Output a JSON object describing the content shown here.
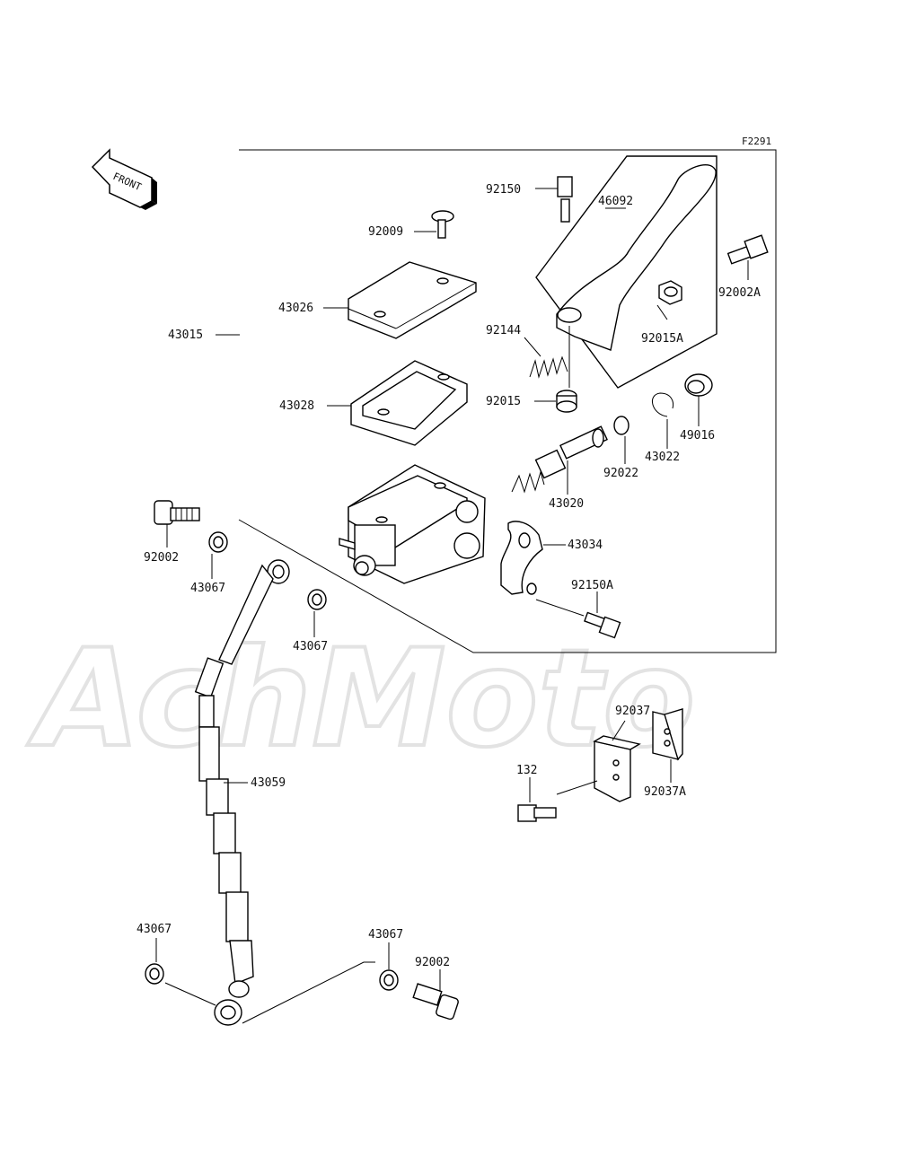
{
  "diagram": {
    "figure_code": "F2291",
    "front_label": "FRONT",
    "watermark": "AchMoto",
    "parts": [
      {
        "id": "92150",
        "label": "92150"
      },
      {
        "id": "46092",
        "label": "46092"
      },
      {
        "id": "92009",
        "label": "92009"
      },
      {
        "id": "92002A",
        "label": "92002A"
      },
      {
        "id": "43026",
        "label": "43026"
      },
      {
        "id": "43015",
        "label": "43015"
      },
      {
        "id": "92144",
        "label": "92144"
      },
      {
        "id": "92015A",
        "label": "92015A"
      },
      {
        "id": "92015",
        "label": "92015"
      },
      {
        "id": "43028",
        "label": "43028"
      },
      {
        "id": "49016",
        "label": "49016"
      },
      {
        "id": "43022",
        "label": "43022"
      },
      {
        "id": "92022",
        "label": "92022"
      },
      {
        "id": "43020",
        "label": "43020"
      },
      {
        "id": "92002-upper",
        "label": "92002"
      },
      {
        "id": "43034",
        "label": "43034"
      },
      {
        "id": "43067-a",
        "label": "43067"
      },
      {
        "id": "92150A",
        "label": "92150A"
      },
      {
        "id": "43067-b",
        "label": "43067"
      },
      {
        "id": "92037",
        "label": "92037"
      },
      {
        "id": "132",
        "label": "132"
      },
      {
        "id": "92037A",
        "label": "92037A"
      },
      {
        "id": "43059",
        "label": "43059"
      },
      {
        "id": "43067-c",
        "label": "43067"
      },
      {
        "id": "43067-d",
        "label": "43067"
      },
      {
        "id": "92002-lower",
        "label": "92002"
      }
    ]
  }
}
